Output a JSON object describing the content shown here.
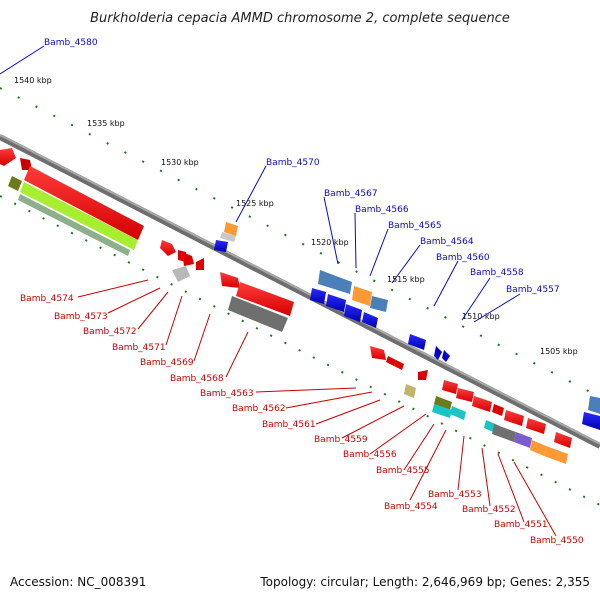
{
  "title": "Burkholderia cepacia AMMD chromosome 2, complete sequence",
  "footer": {
    "accession": "Accession: NC_008391",
    "topology": "Topology: circular; Length: 2,646,969 bp; Genes: 2,355"
  },
  "colors": {
    "backbone": "#8c8c8c",
    "top_label": "#0a0acc",
    "bottom_label": "#cc0000",
    "tick": "#1a7a1a"
  },
  "scale_labels": [
    "1540 kbp",
    "1535 kbp",
    "1530 kbp",
    "1525 kbp",
    "1520 kbp",
    "1515 kbp",
    "1510 kbp",
    "1505 kbp"
  ],
  "top_labels": [
    "Bamb_4580",
    "Bamb_4570",
    "Bamb_4567",
    "Bamb_4566",
    "Bamb_4565",
    "Bamb_4564",
    "Bamb_4560",
    "Bamb_4558",
    "Bamb_4557"
  ],
  "bottom_labels": [
    "Bamb_4574",
    "Bamb_4573",
    "Bamb_4572",
    "Bamb_4571",
    "Bamb_4569",
    "Bamb_4568",
    "Bamb_4563",
    "Bamb_4562",
    "Bamb_4561",
    "Bamb_4559",
    "Bamb_4556",
    "Bamb_4555",
    "Bamb_4554",
    "Bamb_4553",
    "Bamb_4552",
    "Bamb_4551",
    "Bamb_4550"
  ]
}
